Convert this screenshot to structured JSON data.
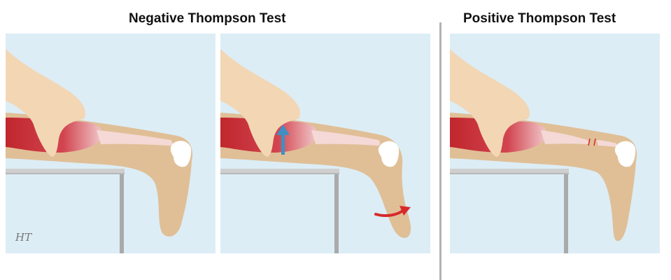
{
  "titles": {
    "negative": "Negative Thompson Test",
    "positive": "Positive Thompson Test"
  },
  "signature": "HT",
  "colors": {
    "background": "#dcedf5",
    "skin": "#e0bf97",
    "hand": "#f3d6b4",
    "muscle": "#c1272d",
    "tendon": "#f4d9d6",
    "bone": "#ffffff",
    "table": "#aaaaaa",
    "arrow_blue": "#3f8fc4",
    "arrow_red": "#d62a2a"
  },
  "icons": [
    "up-arrow-icon",
    "curved-arrow-icon",
    "tendon-tear-icon"
  ]
}
